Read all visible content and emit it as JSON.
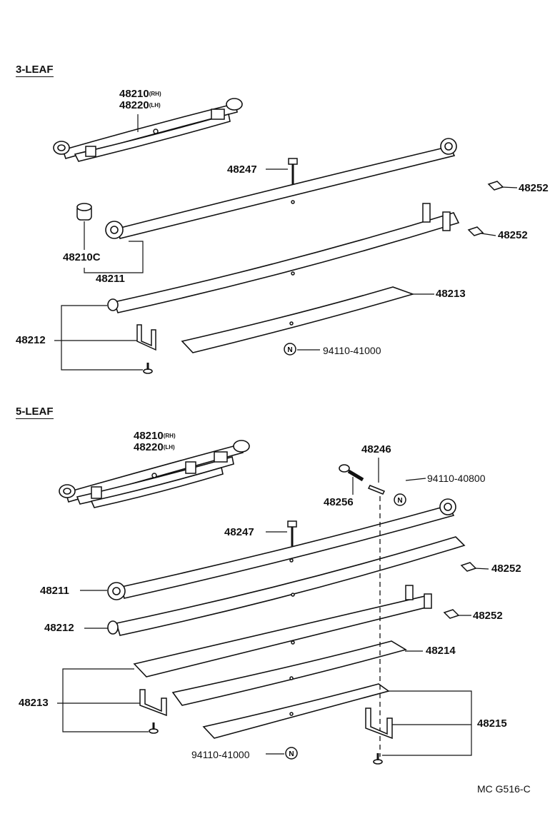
{
  "sections": {
    "three_leaf": {
      "heading": "3-LEAF",
      "assembly_part": "48210",
      "assembly_part_suffix": "(RH)",
      "assembly_part_alt": "48220",
      "assembly_part_alt_suffix": "(LH)",
      "bolt": "48247",
      "clip_right_upper": "48252",
      "clip_right_lower": "48252",
      "bushing": "48210C",
      "main_leaf": "48211",
      "clip": "48212",
      "bottom_leaf": "48213",
      "nut": "94110-41000"
    },
    "five_leaf": {
      "heading": "5-LEAF",
      "assembly_part": "48210",
      "assembly_part_suffix": "(RH)",
      "assembly_part_alt": "48220",
      "assembly_part_alt_suffix": "(LH)",
      "pin": "48246",
      "center_bolt": "48256",
      "nut_top": "94110-40800",
      "bolt": "48247",
      "main_leaf": "48211",
      "second_leaf": "48212",
      "clip_right_upper": "48252",
      "clip_right_lower": "48252",
      "leaf_4": "48214",
      "clip_left": "48213",
      "clip_right": "48215",
      "nut_bottom": "94110-41000"
    }
  },
  "icon_glyph": "N",
  "diagram_code": "MC G516-C"
}
